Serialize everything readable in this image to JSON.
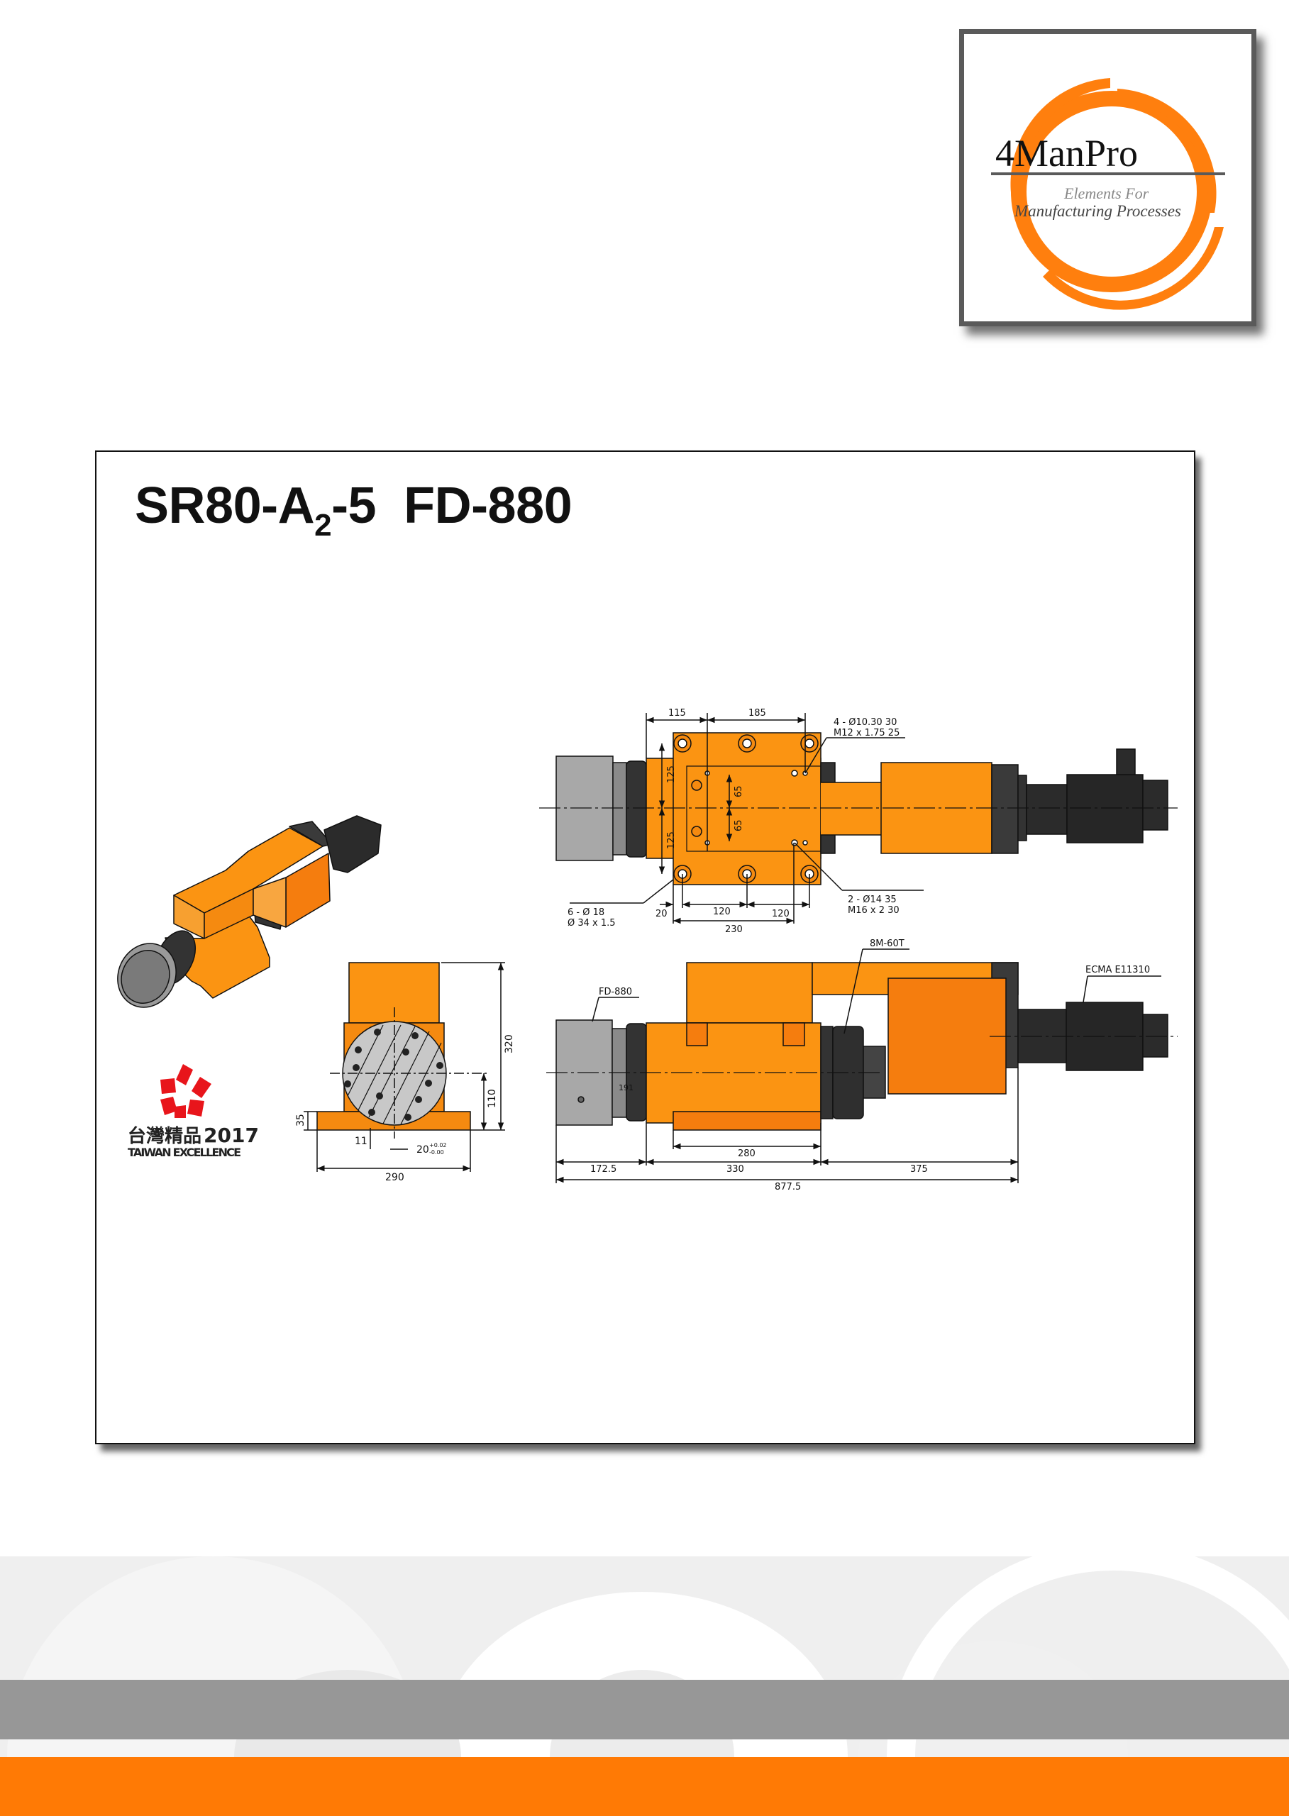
{
  "logo": {
    "brand": "4ManPro",
    "tagline_line1": "Elements For",
    "tagline_line2": "Manufacturing Processes"
  },
  "title": {
    "prefix": "SR80-A",
    "subscript": "2",
    "suffix": "-5  FD-880"
  },
  "award": {
    "chinese": "台灣精品",
    "year": "2017",
    "english": "TAIWAN EXCELLENCE"
  },
  "top_view": {
    "dim_115": "115",
    "dim_185": "185",
    "hole_note_1a": "4 - Ø10.30  30",
    "hole_note_1b": "M12 x 1.75  25",
    "hole_note_2a": "2 - Ø14  35",
    "hole_note_2b": "M16 x 2  30",
    "hole_note_3a": "6 - Ø 18",
    "hole_note_3b": "Ø 34 x 1.5",
    "dim_125_a": "125",
    "dim_125_b": "125",
    "dim_65_a": "65",
    "dim_65_b": "65",
    "dim_20": "20",
    "dim_120_a": "120",
    "dim_120_b": "120",
    "dim_230": "230"
  },
  "side_view": {
    "label_belt": "8M-60T",
    "label_motor": "ECMA E11310",
    "label_chuck": "FD-880",
    "dim_191": "191",
    "dim_280": "280",
    "dim_172_5": "172.5",
    "dim_330": "330",
    "dim_375": "375",
    "dim_877_5": "877.5"
  },
  "end_view": {
    "dim_320": "320",
    "dim_110": "110",
    "dim_35": "35",
    "dim_11": "11",
    "dim_20": "20",
    "tol_plus": "+0.02",
    "tol_minus": "-0.00",
    "dim_290": "290"
  },
  "colors": {
    "brand_orange": "#ff7a05",
    "body_orange": "#fb9412",
    "dark_orange": "#f57d0e",
    "footer_gray": "#979797"
  }
}
